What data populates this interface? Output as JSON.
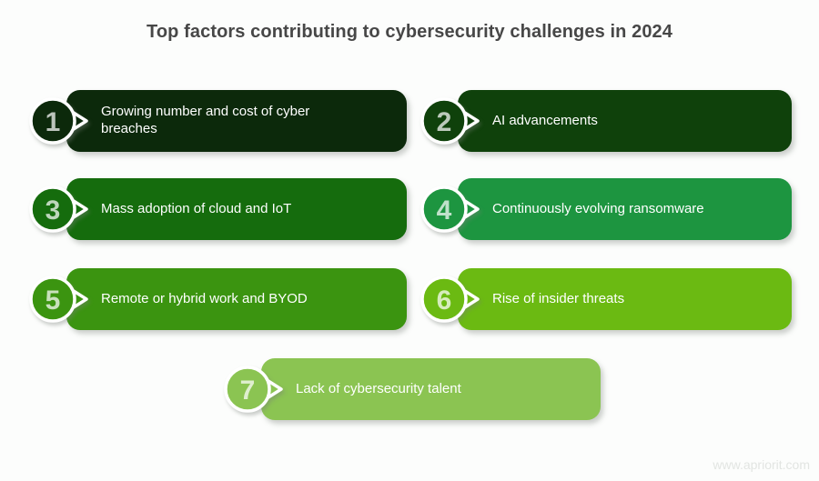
{
  "title": "Top factors contributing to cybersecurity challenges in 2024",
  "watermark": "www.apriorit.com",
  "colors": {
    "page_background": "#fcfdfc",
    "title": "#474747",
    "label": "#ffffff",
    "number": "rgba(255,255,255,0.72)",
    "badge_outline": "#ffffff",
    "watermark": "#e2e5e2"
  },
  "items": [
    {
      "number": "1",
      "label": "Growing number and cost of cyber breaches",
      "color": "#0c290b"
    },
    {
      "number": "2",
      "label": "AI advancements",
      "color": "#0f410b"
    },
    {
      "number": "3",
      "label": "Mass adoption of cloud and IoT",
      "color": "#156c0d"
    },
    {
      "number": "4",
      "label": "Continuously evolving ransomware",
      "color": "#1d9540"
    },
    {
      "number": "5",
      "label": "Remote or hybrid work and BYOD",
      "color": "#3b9410"
    },
    {
      "number": "6",
      "label": "Rise of insider threats",
      "color": "#6bba12"
    },
    {
      "number": "7",
      "label": "Lack of cybersecurity talent",
      "color": "#8bc452"
    }
  ]
}
